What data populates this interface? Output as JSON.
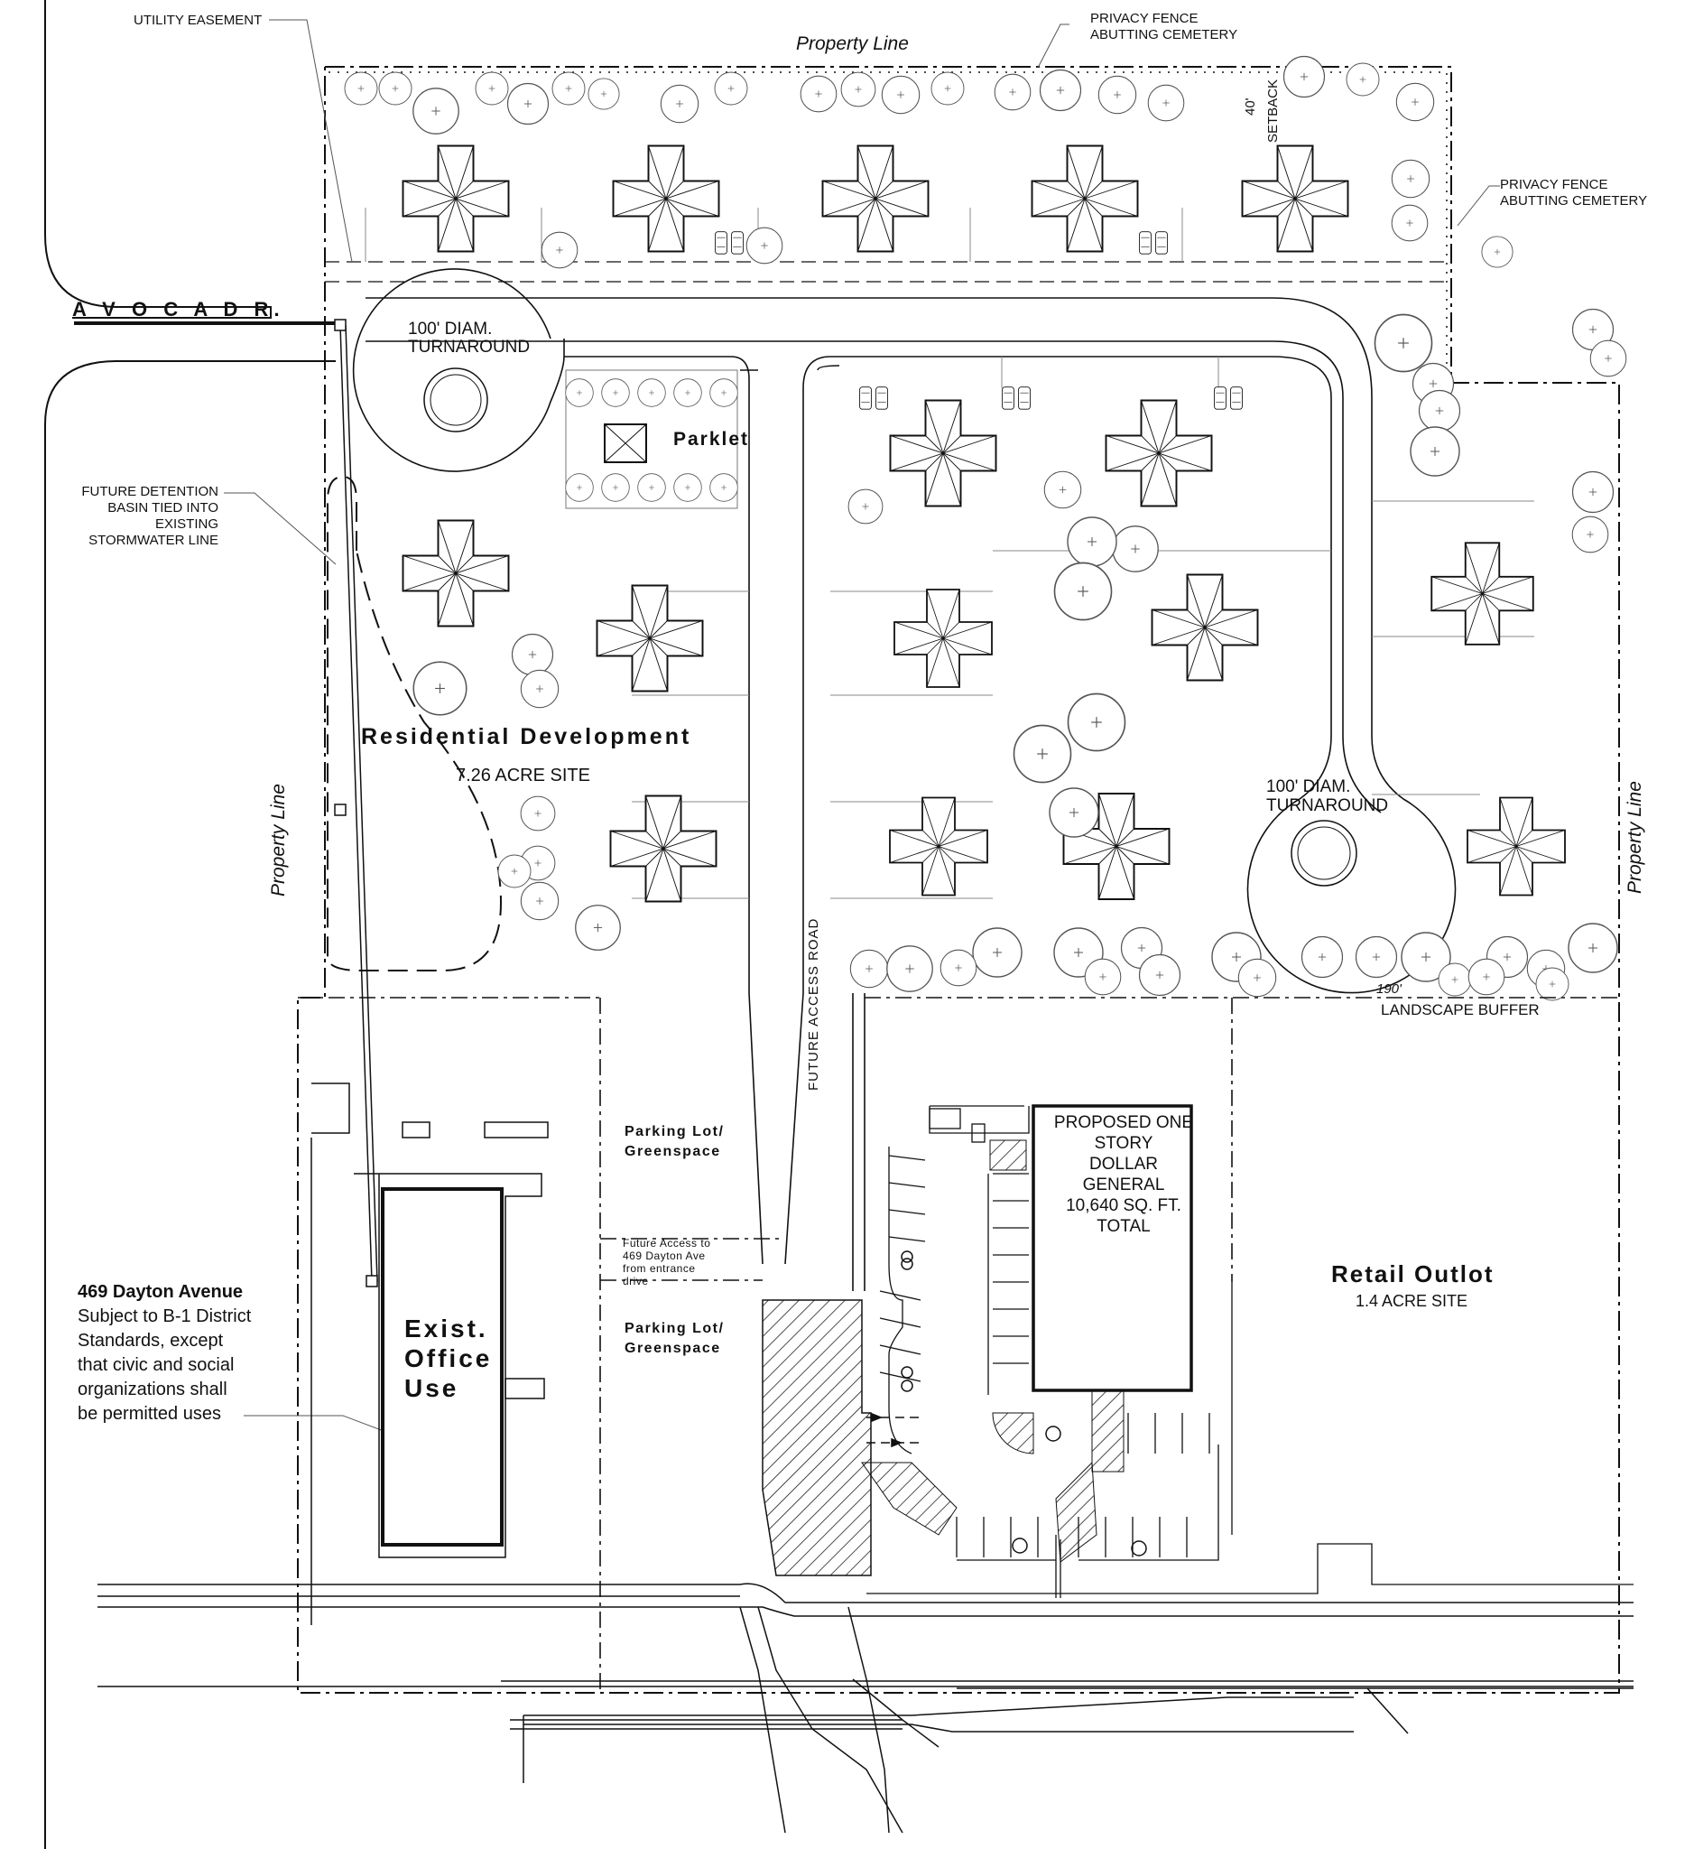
{
  "labels": {
    "property_line_top": "Property Line",
    "property_line_left": "Property Line",
    "property_line_right": "Property Line",
    "utility_easement": "UTILITY EASEMENT",
    "privacy_fence_top_1": "PRIVACY FENCE",
    "privacy_fence_top_2": "ABUTTING CEMETERY",
    "privacy_fence_right_1": "PRIVACY FENCE",
    "privacy_fence_right_2": "ABUTTING CEMETERY",
    "setback_dim": "40'",
    "setback": "SETBACK",
    "street": "A V O C A   D R.",
    "turnaround_left_1": "100' DIAM.",
    "turnaround_left_2": "TURNAROUND",
    "turnaround_right_1": "100' DIAM.",
    "turnaround_right_2": "TURNAROUND",
    "parklet": "Parklet",
    "detention_1": "FUTURE DETENTION",
    "detention_2": "BASIN TIED INTO",
    "detention_3": "EXISTING",
    "detention_4": "STORMWATER LINE",
    "residential_title": "Residential Development",
    "residential_area": "7.26 ACRE SITE",
    "future_access_road": "FUTURE ACCESS ROAD",
    "buffer_dim": "190'",
    "landscape_buffer": "LANDSCAPE BUFFER",
    "parking_greenspace_1a": "Parking Lot/",
    "parking_greenspace_1b": "Greenspace",
    "parking_greenspace_2a": "Parking Lot/",
    "parking_greenspace_2b": "Greenspace",
    "future_access_1": "Future Access to",
    "future_access_2": "469 Dayton Ave",
    "future_access_3": "from entrance",
    "future_access_4": "drive",
    "office_1": "Exist.",
    "office_2": "Office",
    "office_3": "Use",
    "dayton_title": "469 Dayton Avenue",
    "dayton_1": "Subject to B-1 District",
    "dayton_2": "Standards, except",
    "dayton_3": "that civic and social",
    "dayton_4": "organizations shall",
    "dayton_5": "be permitted uses",
    "dg_1": "PROPOSED ONE",
    "dg_2": "STORY",
    "dg_3": "DOLLAR",
    "dg_4": "GENERAL",
    "dg_5": "10,640 SQ. FT.",
    "dg_6": "TOTAL",
    "retail_title": "Retail Outlot",
    "retail_area": "1.4 ACRE SITE"
  },
  "colors": {
    "ink": "#111111",
    "background": "#ffffff"
  }
}
